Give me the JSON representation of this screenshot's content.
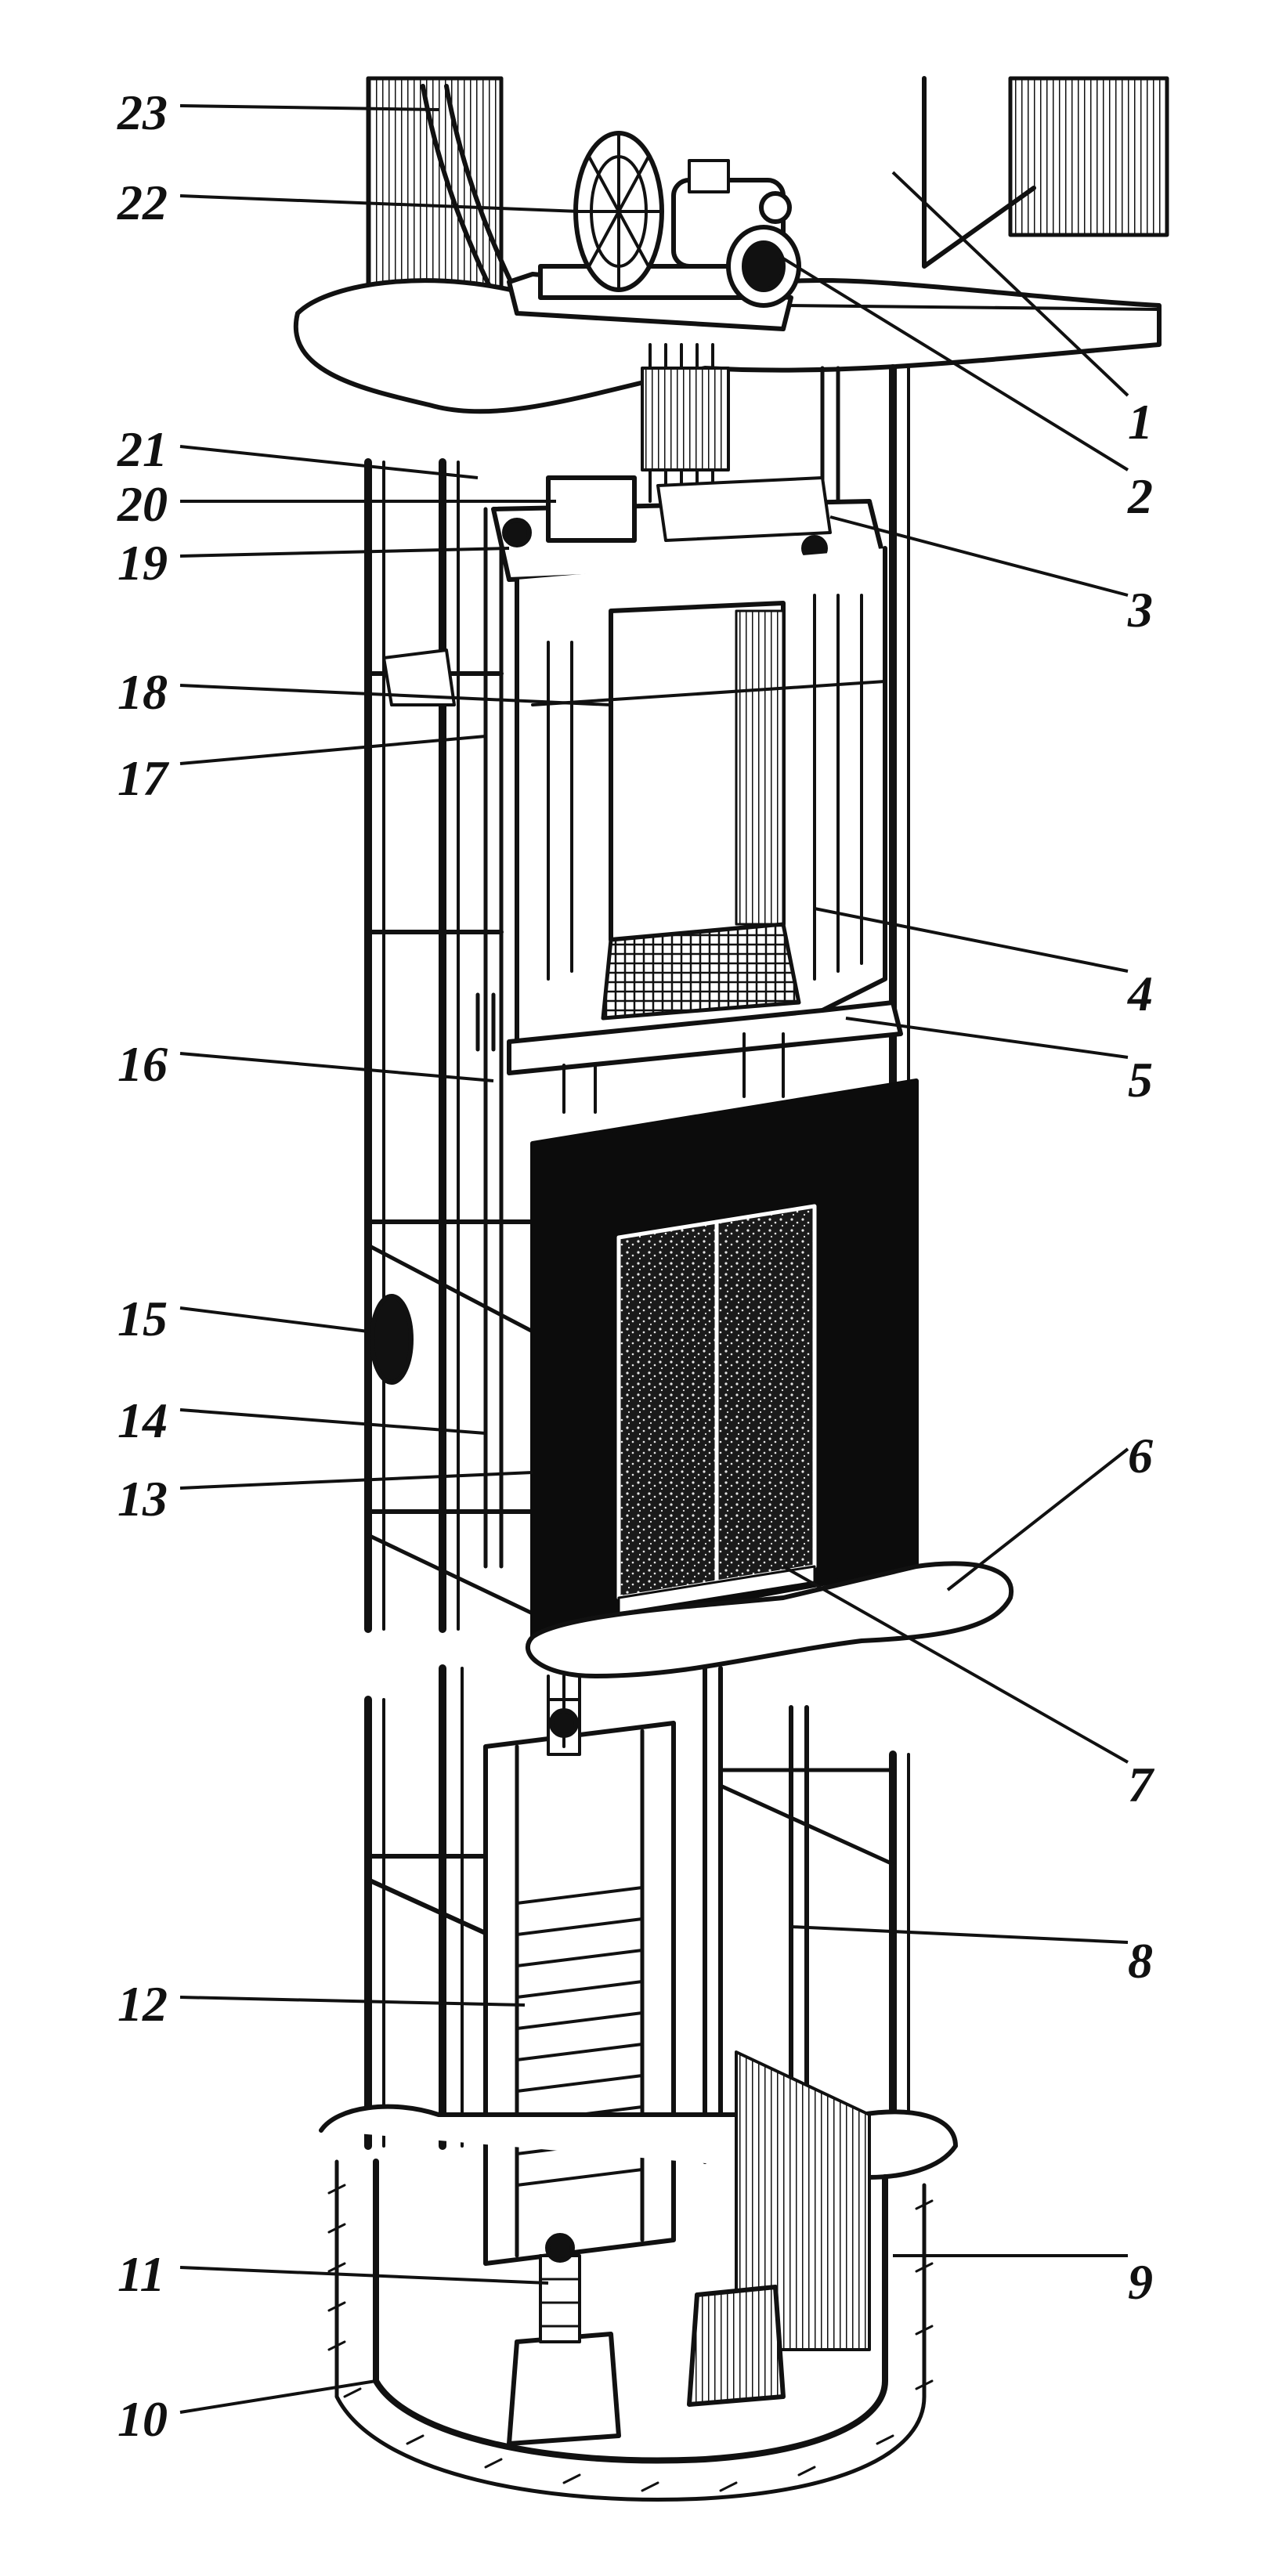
{
  "figure": {
    "callouts": [
      {
        "id": "1",
        "label": "1"
      },
      {
        "id": "2",
        "label": "2"
      },
      {
        "id": "3",
        "label": "3"
      },
      {
        "id": "4",
        "label": "4"
      },
      {
        "id": "5",
        "label": "5"
      },
      {
        "id": "6",
        "label": "6"
      },
      {
        "id": "7",
        "label": "7"
      },
      {
        "id": "8",
        "label": "8"
      },
      {
        "id": "9",
        "label": "9"
      },
      {
        "id": "10",
        "label": "10"
      },
      {
        "id": "11",
        "label": "11"
      },
      {
        "id": "12",
        "label": "12"
      },
      {
        "id": "13",
        "label": "13"
      },
      {
        "id": "14",
        "label": "14"
      },
      {
        "id": "15",
        "label": "15"
      },
      {
        "id": "16",
        "label": "16"
      },
      {
        "id": "17",
        "label": "17"
      },
      {
        "id": "18",
        "label": "18"
      },
      {
        "id": "19",
        "label": "19"
      },
      {
        "id": "20",
        "label": "20"
      },
      {
        "id": "21",
        "label": "21"
      },
      {
        "id": "22",
        "label": "22"
      },
      {
        "id": "23",
        "label": "23"
      }
    ],
    "colors": {
      "ink": "#111111",
      "paper": "#ffffff",
      "panel": "#0c0c0c"
    }
  }
}
